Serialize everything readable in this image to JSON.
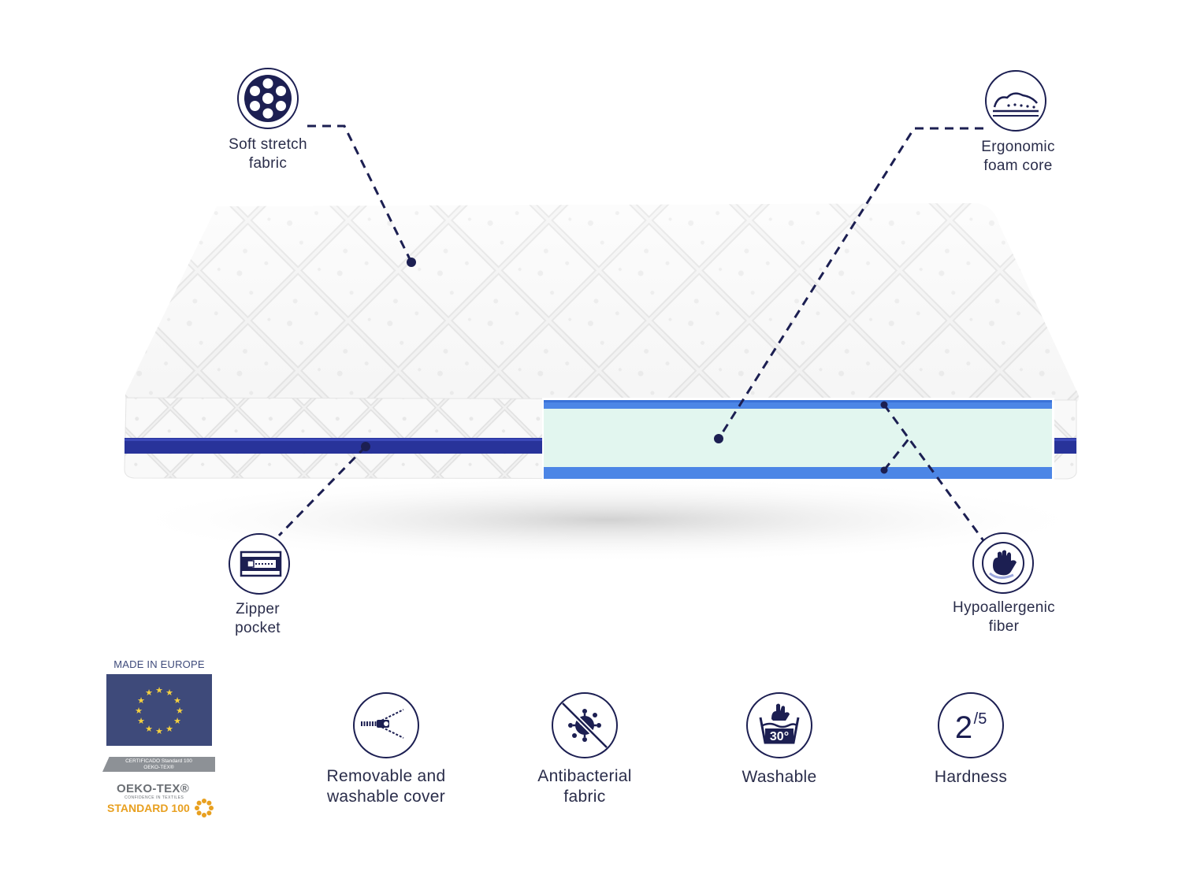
{
  "callouts": {
    "soft_stretch": {
      "line1": "Soft stretch",
      "line2": "fabric",
      "icon": "fabric-dots-icon"
    },
    "ergonomic": {
      "line1": "Ergonomic",
      "line2": "foam core",
      "icon": "body-contour-icon"
    },
    "zipper": {
      "line1": "Zipper",
      "line2": "pocket",
      "icon": "zipper-icon"
    },
    "hypoallergenic": {
      "line1": "Hypoallergenic",
      "line2": "fiber",
      "icon": "hand-fiber-icon"
    }
  },
  "features": [
    {
      "line1": "Removable and",
      "line2": "washable cover",
      "icon": "zipper-pull-icon"
    },
    {
      "line1": "Antibacterial",
      "line2": "fabric",
      "icon": "no-bacteria-icon"
    },
    {
      "line1": "Washable",
      "line2": "",
      "icon": "wash-30-icon",
      "temp": "30°"
    },
    {
      "line1": "Hardness",
      "line2": "",
      "icon": "hardness-icon",
      "value": "2",
      "scale": "/5"
    }
  ],
  "badges": {
    "made_in": "MADE IN EUROPE",
    "cert_line1": "CERTIFICADO Standard 100",
    "cert_line2": "OEKO-TEX®",
    "oeko_brand": "OEKO-TEX®",
    "oeko_tagline": "CONFIDENCE IN TEXTILES",
    "oeko_standard": "STANDARD 100"
  },
  "colors": {
    "navy": "#1c1f52",
    "zipper_blue": "#28339a",
    "foam_mint": "#e2f6ef",
    "foam_blue": "#4c86e6",
    "eu_blue": "#3e4a7a",
    "eu_star": "#f4d03f",
    "oeko_orange": "#e8a020"
  }
}
